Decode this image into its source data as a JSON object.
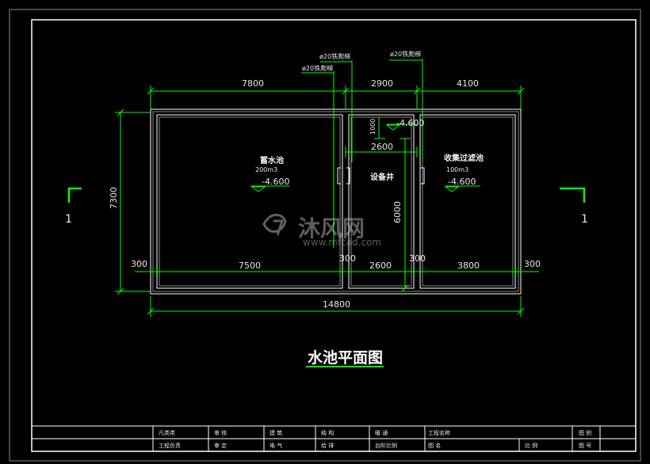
{
  "colors": {
    "background": "#000000",
    "wall": "#ffffff",
    "dimension_line": "#00ff00",
    "text": "#e8e8e8",
    "watermark": "#b8b8b8"
  },
  "drawing_title": "水池平面图",
  "section_marks": {
    "left": "1",
    "right": "1"
  },
  "dimensions": {
    "top": [
      "7800",
      "2900",
      "4100"
    ],
    "bottom_inner": [
      "300",
      "7500",
      "300",
      "2600",
      "300",
      "3800",
      "300"
    ],
    "overall": "14800",
    "left_height": "7300",
    "well_inner_width": "2600",
    "well_inner_height": "6000",
    "well_notch": "1000"
  },
  "pipe_labels": [
    "ø20铁爬梯",
    "ø20铁爬梯",
    "ø20铁爬梯"
  ],
  "rooms": [
    {
      "name": "蓄水池",
      "capacity": "200m3",
      "elevation": "-4.600"
    },
    {
      "name": "设备井",
      "elevation": "-4.600"
    },
    {
      "name": "收集过滤池",
      "capacity": "100m3",
      "elevation": "-4.600"
    }
  ],
  "watermark": {
    "main": "沐风网",
    "sub": "www.mfcad.com"
  },
  "title_block": {
    "row1": [
      "凡类类",
      "审 核",
      "建 筑",
      "结 构",
      "暖 通",
      "工程名称",
      "图 别"
    ],
    "row2": [
      "工程负责",
      "审 定",
      "电 气",
      "给 排",
      "台阶比例",
      "图 名",
      "比 例",
      "图 号"
    ]
  }
}
